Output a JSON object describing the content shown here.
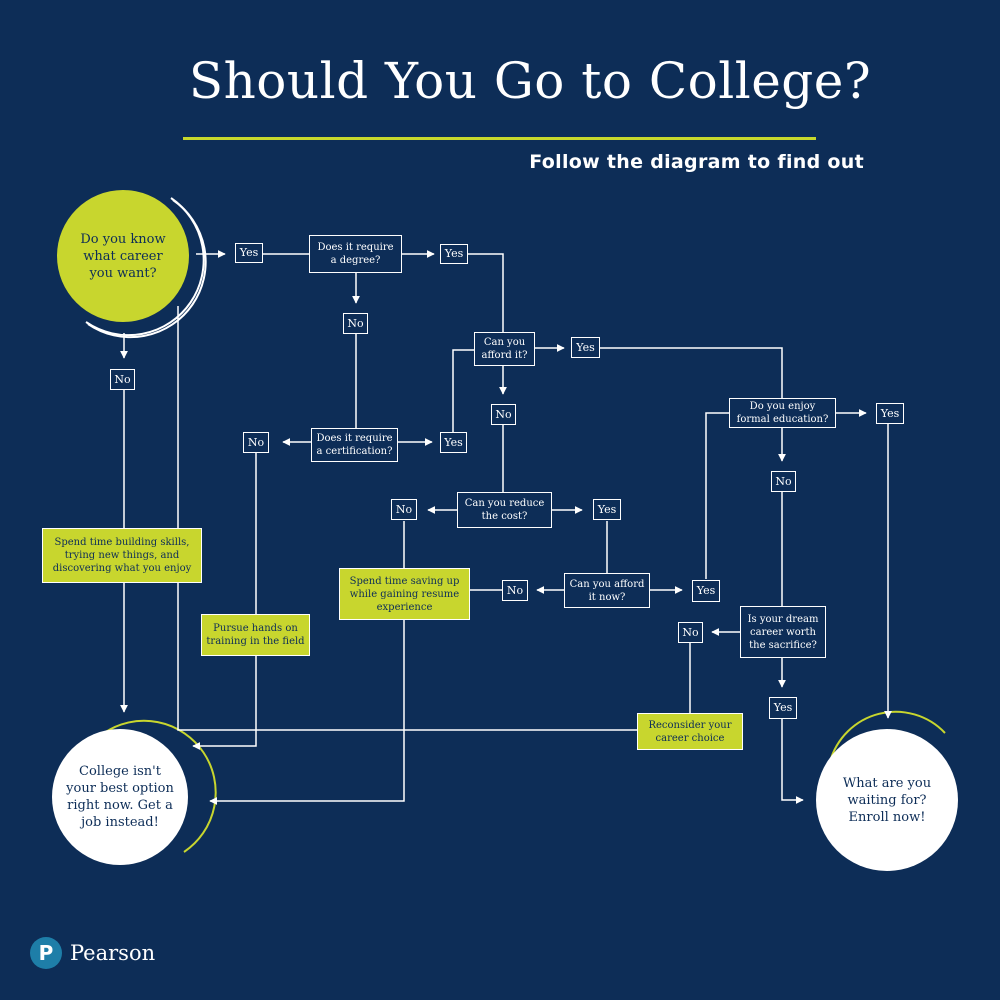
{
  "header": {
    "title": "Should You Go to College?",
    "subtitle": "Follow the diagram to find out"
  },
  "nodes": {
    "start": "Do you know what career you want?",
    "q_degree": "Does it require a degree?",
    "q_afford": "Can you afford it?",
    "q_certification": "Does it require a certification?",
    "q_reduce": "Can you reduce the cost?",
    "q_afford_now": "Can you afford it now?",
    "q_enjoy": "Do you enjoy formal education?",
    "q_dream": "Is your dream career worth the sacrifice?",
    "a_skills": "Spend time building skills, trying new things, and discovering what you enjoy",
    "a_pursue": "Pursue hands on training in the field",
    "a_saving": "Spend time saving up while gaining resume experience",
    "a_reconsider": "Reconsider your career choice",
    "end_job": "College isn't your best option right now. Get a job instead!",
    "end_enroll": "What are you waiting for? Enroll now!"
  },
  "labels": {
    "yes": "Yes",
    "no": "No"
  },
  "colors": {
    "background": "#0d2d57",
    "accent": "#c8d62e",
    "line": "#ffffff"
  },
  "brand": {
    "logo_letter": "P",
    "name": "Pearson"
  }
}
